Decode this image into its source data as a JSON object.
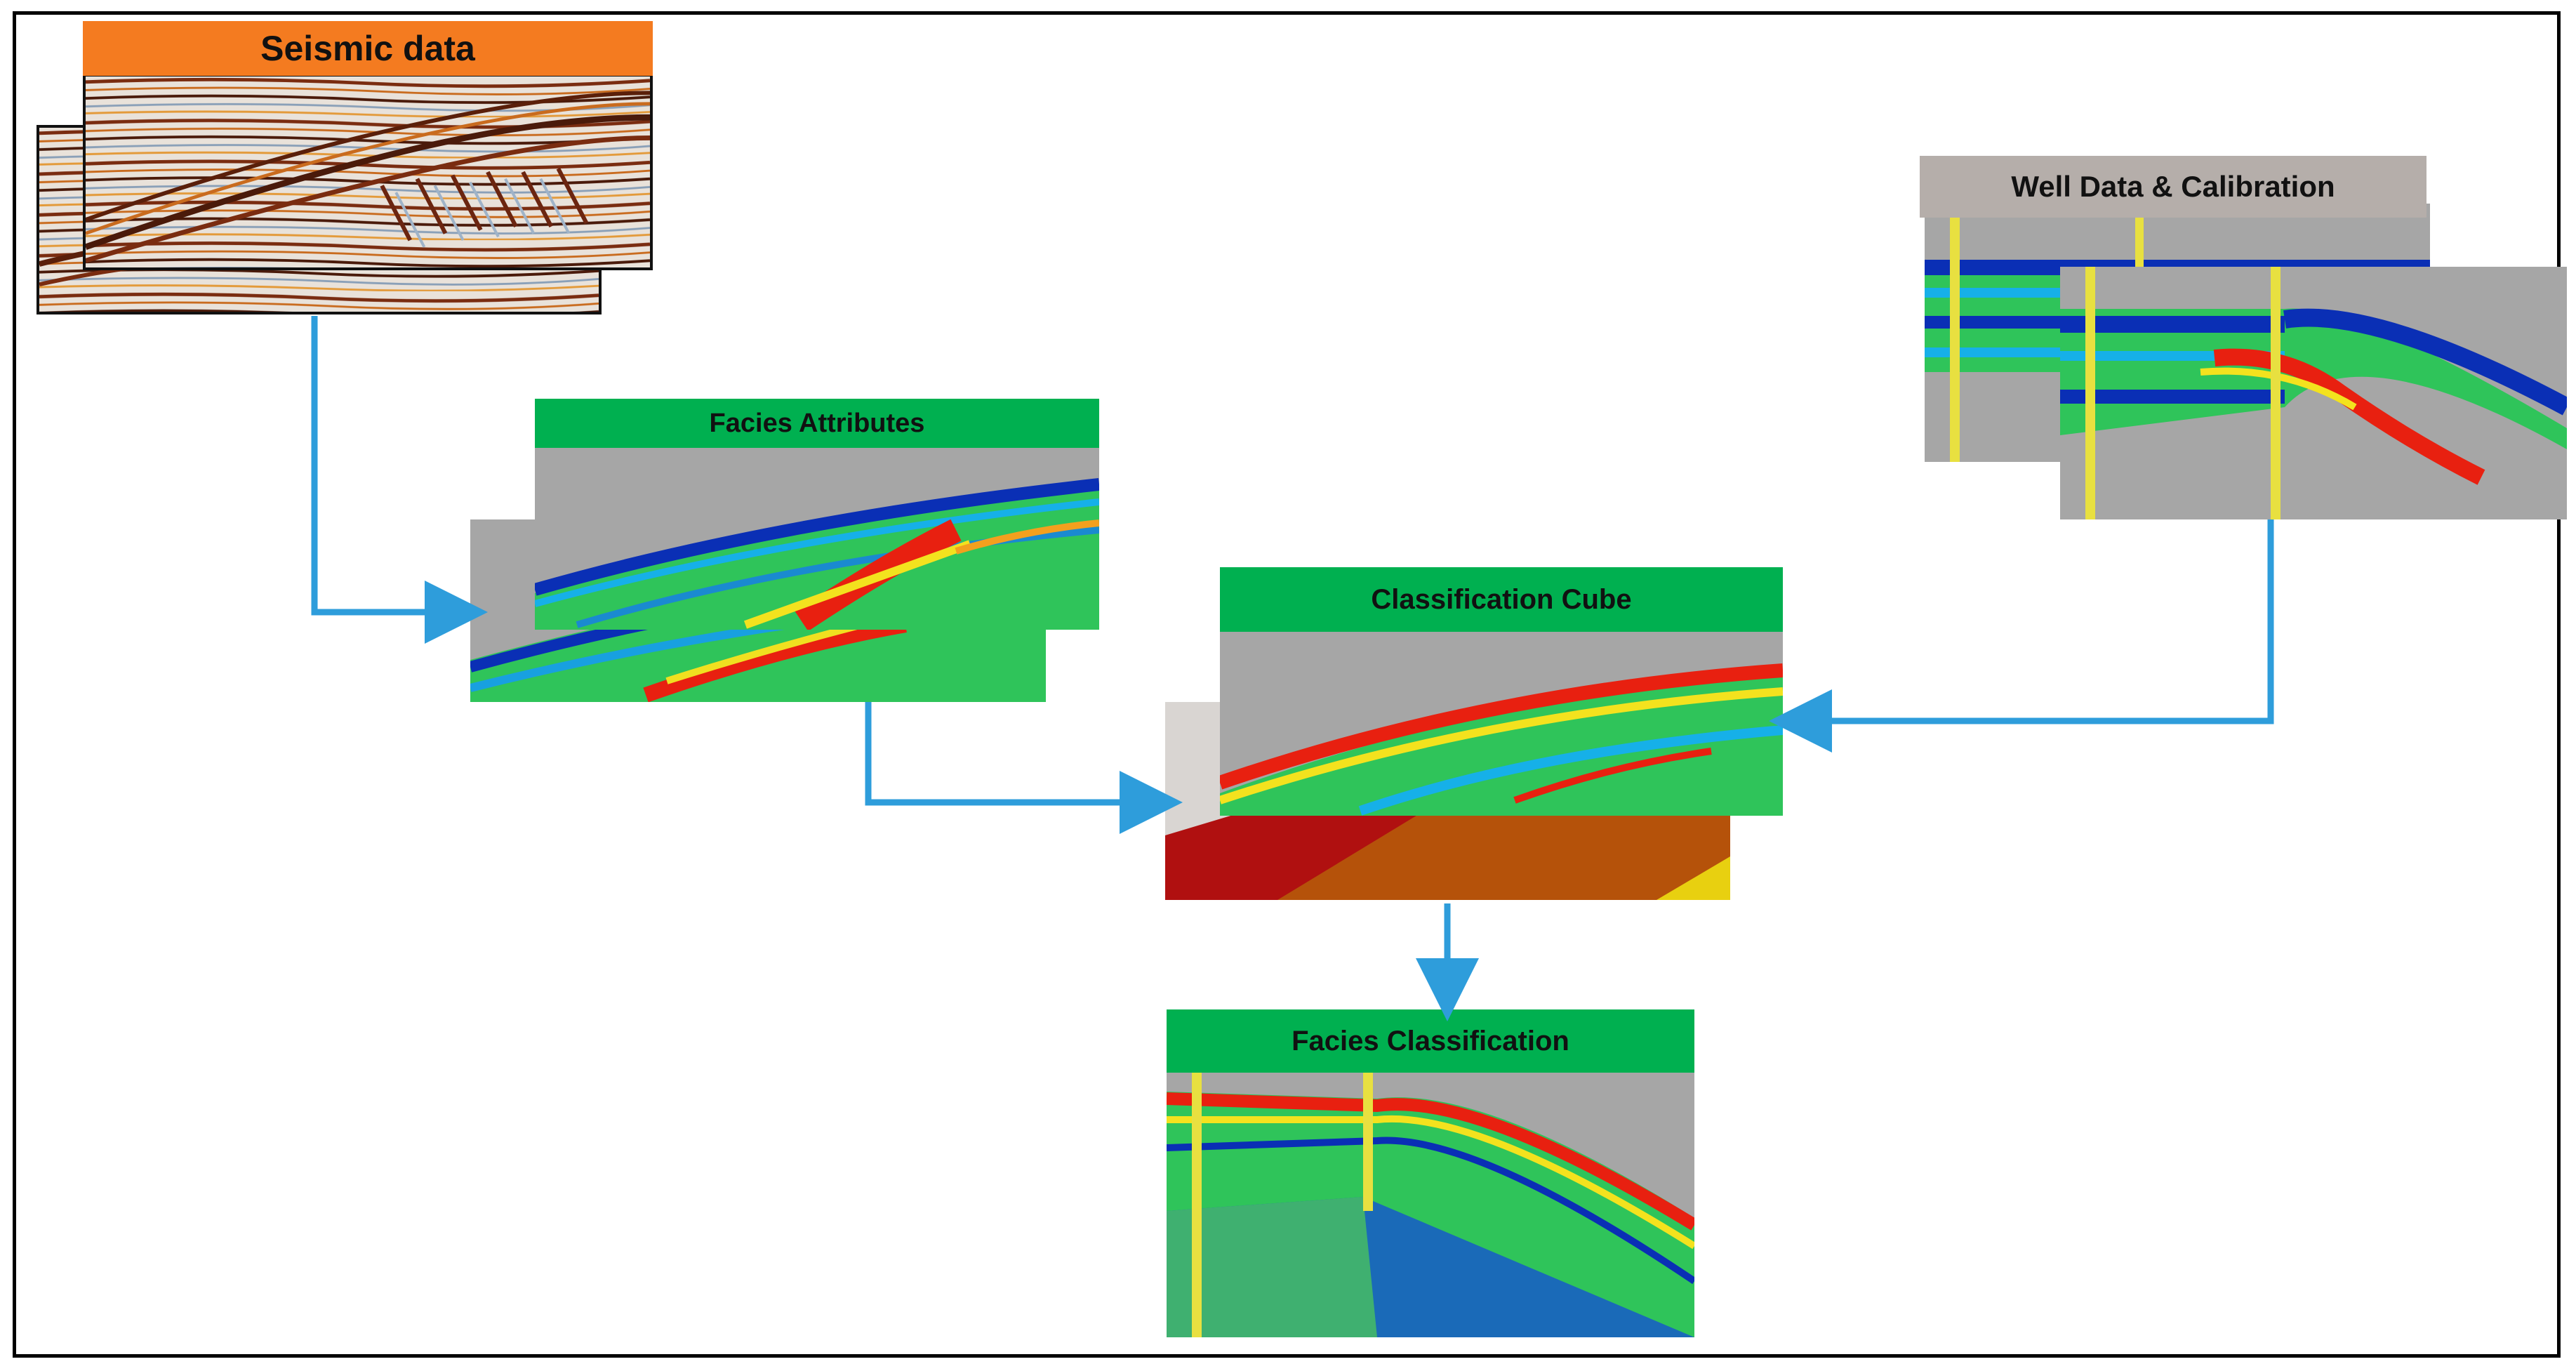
{
  "nodes": {
    "seismic": {
      "label": "Seismic data"
    },
    "facies_attributes": {
      "label": "Facies Attributes"
    },
    "classification_cube": {
      "label": "Classification Cube"
    },
    "well_data": {
      "label": "Well Data & Calibration"
    },
    "facies_classification": {
      "label": "Facies Classification"
    }
  },
  "colors": {
    "seismic_header": "#f47b20",
    "green_header": "#00b050",
    "well_header": "#b5aeaa",
    "arrow": "#2e9ddb",
    "panel_bg": "#a6a6a6"
  }
}
